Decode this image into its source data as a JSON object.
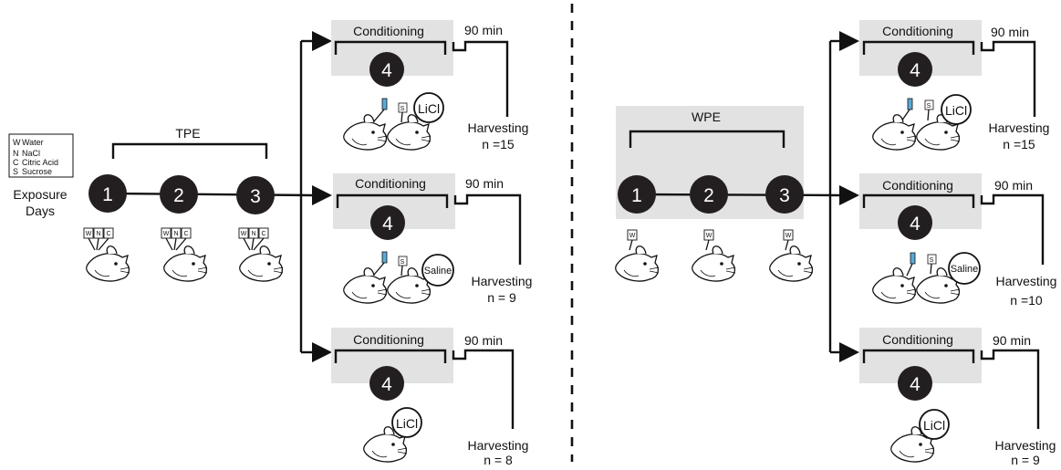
{
  "legend": {
    "items": [
      {
        "code": "W",
        "name": "Water"
      },
      {
        "code": "N",
        "name": "NaCl"
      },
      {
        "code": "C",
        "name": "Citric Acid"
      },
      {
        "code": "S",
        "name": "Sucrose"
      }
    ],
    "days_label_line1": "Exposure",
    "days_label_line2": "Days"
  },
  "left": {
    "group_label": "TPE",
    "days": [
      "1",
      "2",
      "3"
    ],
    "box_letters": [
      "W",
      "N",
      "C"
    ],
    "branches": [
      {
        "conditioning": "Conditioning",
        "day": "4",
        "time": "90 min",
        "harvest": "Harvesting",
        "n": "n =15",
        "agent": "LiCl",
        "bottle": "S"
      },
      {
        "conditioning": "Conditioning",
        "day": "4",
        "time": "90 min",
        "harvest": "Harvesting",
        "n": "n = 9",
        "agent": "Saline",
        "bottle": "S"
      },
      {
        "conditioning": "Conditioning",
        "day": "4",
        "time": "90 min",
        "harvest": "Harvesting",
        "n": "n = 8",
        "agent": "LiCl"
      }
    ]
  },
  "right": {
    "group_label": "WPE",
    "days": [
      "1",
      "2",
      "3"
    ],
    "box_letter": "W",
    "branches": [
      {
        "conditioning": "Conditioning",
        "day": "4",
        "time": "90 min",
        "harvest": "Harvesting",
        "n": "n =15",
        "agent": "LiCl",
        "bottle": "S"
      },
      {
        "conditioning": "Conditioning",
        "day": "4",
        "time": "90 min",
        "harvest": "Harvesting",
        "n": "n =10",
        "agent": "Saline",
        "bottle": "S"
      },
      {
        "conditioning": "Conditioning",
        "day": "4",
        "time": "90 min",
        "harvest": "Harvesting",
        "n": "n = 9",
        "agent": "LiCl"
      }
    ]
  },
  "colors": {
    "circle": "#231f20",
    "panel": "#e2e2e2",
    "bottle": "#5aa9d6"
  }
}
